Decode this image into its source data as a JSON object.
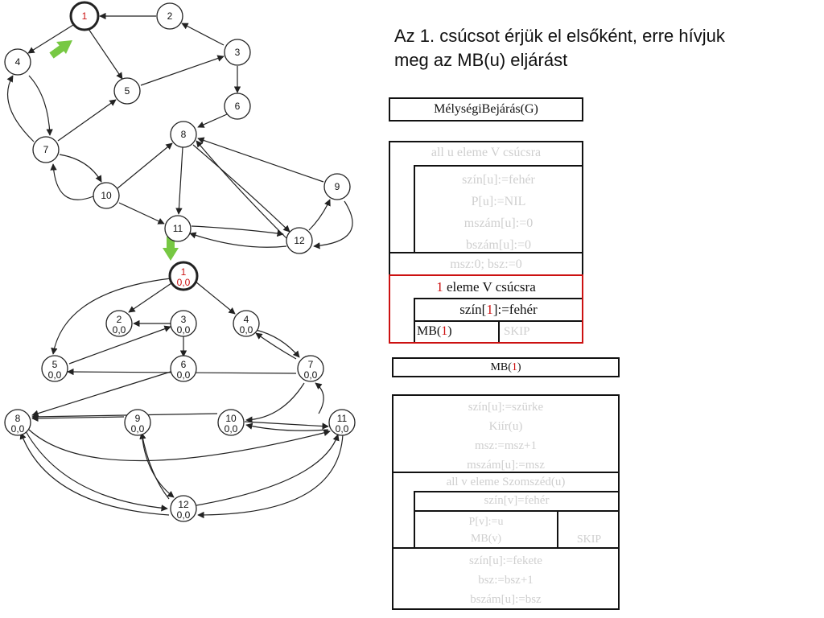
{
  "headline": {
    "line1": "Az 1. csúcsot érjük el elsőként, erre hívjuk",
    "line2": "meg az MB(u) eljárást"
  },
  "graph_top": {
    "nodes": [
      "1",
      "2",
      "3",
      "4",
      "5",
      "6",
      "7",
      "8",
      "9",
      "10",
      "11",
      "12"
    ],
    "start_node": "1"
  },
  "graph_bottom": {
    "nodes": [
      {
        "id": "1",
        "label": "1",
        "value": "0,0"
      },
      {
        "id": "2",
        "label": "2",
        "value": "0,0"
      },
      {
        "id": "3",
        "label": "3",
        "value": "0,0"
      },
      {
        "id": "4",
        "label": "4",
        "value": "0,0"
      },
      {
        "id": "5",
        "label": "5",
        "value": "0,0"
      },
      {
        "id": "6",
        "label": "6",
        "value": "0,0"
      },
      {
        "id": "7",
        "label": "7",
        "value": "0,0"
      },
      {
        "id": "8",
        "label": "8",
        "value": "0,0"
      },
      {
        "id": "9",
        "label": "9",
        "value": "0,0"
      },
      {
        "id": "10",
        "label": "10",
        "value": "0,0"
      },
      {
        "id": "11",
        "label": "11",
        "value": "0,0"
      },
      {
        "id": "12",
        "label": "12",
        "value": "0,0"
      }
    ]
  },
  "dfs_box": {
    "title": "MélységiBejárás(G)",
    "loop1": "all u eleme V csúcsra",
    "loop1_body": [
      "szín[u]:=fehér",
      "P[u]:=NIL",
      "mszám[u]:=0",
      "bszám[u]:=0"
    ],
    "init": "msz:0; bsz:=0",
    "loop2_prefix": "1",
    "loop2_rest": " eleme V csúcsra",
    "if_prefix": "szín[",
    "if_var": "1",
    "if_suffix": "]:=fehér",
    "call_prefix": "MB(",
    "call_var": "1",
    "call_suffix": ")",
    "skip": "SKIP"
  },
  "mb_box": {
    "title_prefix": "MB(",
    "title_var": "1",
    "title_suffix": ")",
    "pre": [
      "szín[u]:=szürke",
      "Kiír(u)",
      "msz:=msz+1",
      "mszám[u]:=msz"
    ],
    "loop": "all v eleme Szomszéd(u)",
    "cond": "szín[v]=fehér",
    "then": [
      "P[v]:=u",
      "MB(v)"
    ],
    "else": "SKIP",
    "post": [
      "szín[u]:=fekete",
      "bsz:=bsz+1",
      "bszám[u]:=bsz"
    ]
  },
  "colors": {
    "highlight_red": "#cc1111",
    "arrow_green": "#77c843",
    "faded_text": "#cfcfcf"
  }
}
